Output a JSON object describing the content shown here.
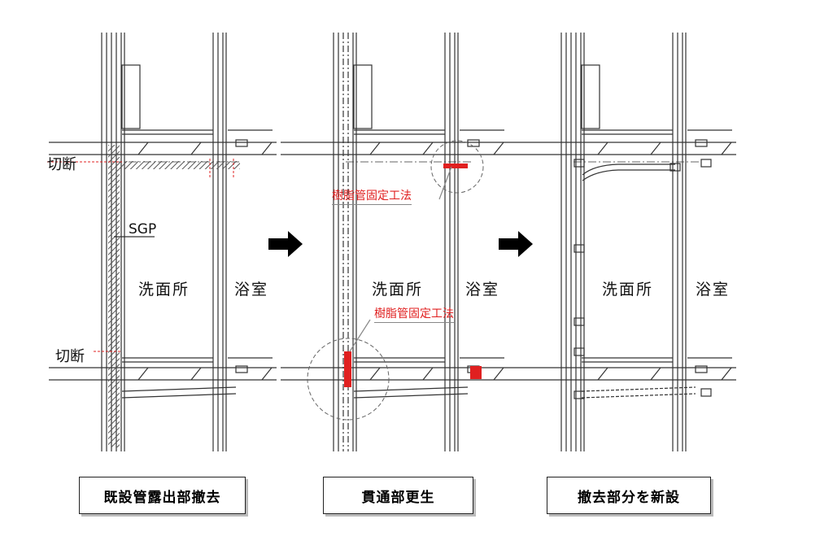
{
  "panels": [
    {
      "room_left": "洗面所",
      "room_right": "浴室",
      "caption": "既設管露出部撤去",
      "cut_top": "切断",
      "cut_bottom": "切断",
      "pipe_label": "SGP"
    },
    {
      "room_left": "洗面所",
      "room_right": "浴室",
      "caption": "貫通部更生",
      "method_top": "樹脂管固定工法",
      "method_bottom": "樹脂管固定工法"
    },
    {
      "room_left": "洗面所",
      "room_right": "浴室",
      "caption": "撤去部分を新設"
    }
  ],
  "colors": {
    "line": "#333333",
    "highlight": "#e02020"
  }
}
